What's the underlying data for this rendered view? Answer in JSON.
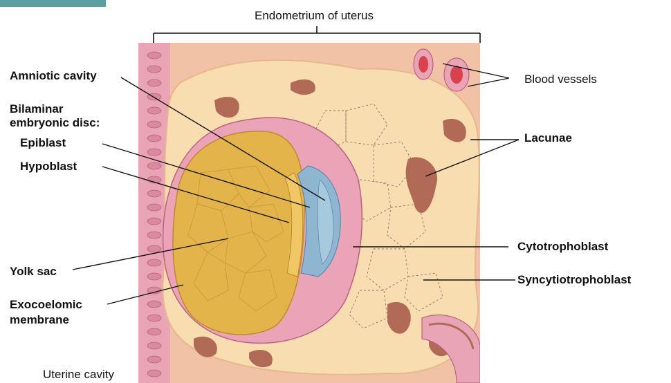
{
  "header": {
    "endometrium_label": "Endometrium of uterus"
  },
  "labels": {
    "amniotic_cavity": "Amniotic cavity",
    "bilaminar_line1": "Bilaminar",
    "bilaminar_line2": "embryonic disc:",
    "epiblast": "Epiblast",
    "hypoblast": "Hypoblast",
    "yolk_sac": "Yolk sac",
    "exocoelomic_line1": "Exocoelomic",
    "exocoelomic_line2": "membrane",
    "uterine_cavity": "Uterine cavity",
    "blood_vessels": "Blood vessels",
    "lacunae": "Lacunae",
    "cytotrophoblast": "Cytotrophoblast",
    "syncytiotrophoblast": "Syncytiotrophoblast"
  },
  "colors": {
    "endometrium": "#f2c2a6",
    "syncytio": "#f7ddb0",
    "lacuna": "#b06a55",
    "cytotrophoblast": "#eba3b7",
    "yolk_sac": "#e3b44a",
    "epiblast": "#8fb6d1",
    "accent_box": "#5d9ea0"
  }
}
